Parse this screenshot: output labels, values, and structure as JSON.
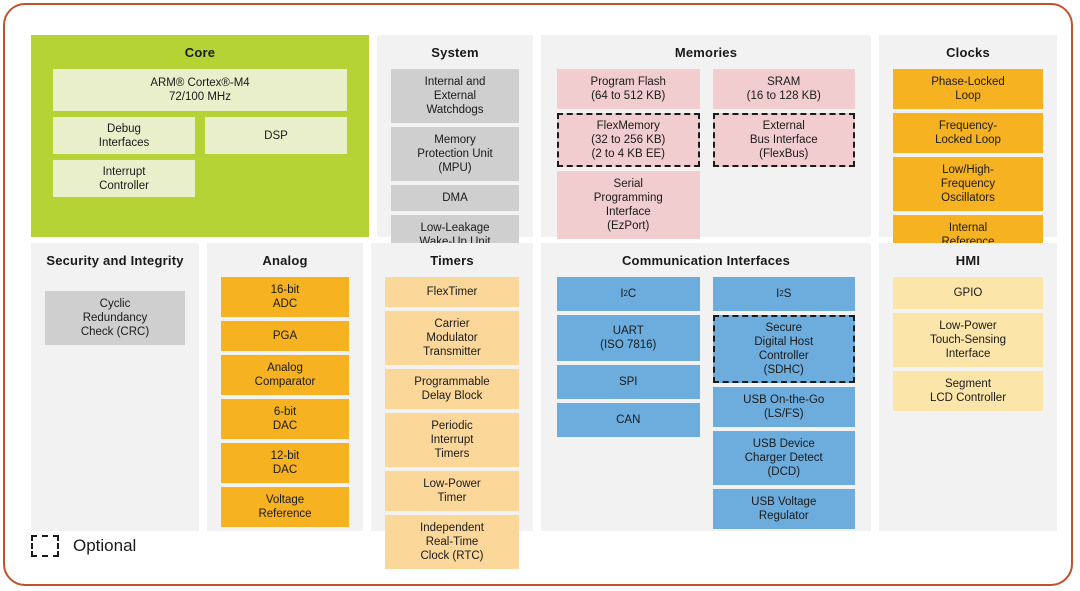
{
  "frame": {
    "border_color": "#c0522c"
  },
  "legend": {
    "label": "Optional",
    "swatch_name": "dashed-rectangle"
  },
  "sections": {
    "core": {
      "title": "Core",
      "panel_color": "#b5d334",
      "block_color": "#e9eecb",
      "blocks": {
        "cpu": "ARM® Cortex®-M4\n72/100 MHz",
        "debug": "Debug\nInterfaces",
        "dsp": "DSP",
        "interrupt": "Interrupt\nController"
      }
    },
    "system": {
      "title": "System",
      "panel_color": "#f2f2f2",
      "block_color": "#cfcfcf",
      "blocks": [
        {
          "label": "Internal and\nExternal\nWatchdogs",
          "optional": false
        },
        {
          "label": "Memory\nProtection Unit\n(MPU)",
          "optional": false
        },
        {
          "label": "DMA",
          "optional": false
        },
        {
          "label": "Low-Leakage\nWake-Up Unit",
          "optional": false
        }
      ]
    },
    "memories": {
      "title": "Memories",
      "panel_color": "#f2f2f2",
      "block_color": "#f2cdd0",
      "left_blocks": [
        {
          "label": "Program Flash\n(64 to 512 KB)",
          "optional": false
        },
        {
          "label": "FlexMemory\n(32 to 256 KB)\n(2 to 4 KB EE)",
          "optional": true
        },
        {
          "label": "Serial\nProgramming\nInterface\n(EzPort)",
          "optional": false
        }
      ],
      "right_blocks": [
        {
          "label": "SRAM\n(16 to 128 KB)",
          "optional": false
        },
        {
          "label": "External\nBus Interface\n(FlexBus)",
          "optional": true
        }
      ]
    },
    "clocks": {
      "title": "Clocks",
      "panel_color": "#f2f2f2",
      "block_color": "#f6b221",
      "blocks": [
        {
          "label": "Phase-Locked\nLoop",
          "optional": false
        },
        {
          "label": "Frequency-\nLocked Loop",
          "optional": false
        },
        {
          "label": "Low/High-\nFrequency\nOscillators",
          "optional": false
        },
        {
          "label": "Internal\nReference\nClocks",
          "optional": false
        }
      ]
    },
    "security": {
      "title": "Security\nand Integrity",
      "panel_color": "#f2f2f2",
      "block_color": "#cfcfcf",
      "blocks": [
        {
          "label": "Cyclic\nRedundancy\nCheck (CRC)",
          "optional": false
        }
      ]
    },
    "analog": {
      "title": "Analog",
      "panel_color": "#f2f2f2",
      "block_color": "#f6b221",
      "blocks": [
        {
          "label": "16-bit\nADC",
          "optional": false
        },
        {
          "label": "PGA",
          "optional": false
        },
        {
          "label": "Analog\nComparator",
          "optional": false
        },
        {
          "label": "6-bit\nDAC",
          "optional": false
        },
        {
          "label": "12-bit\nDAC",
          "optional": false
        },
        {
          "label": "Voltage\nReference",
          "optional": false
        }
      ]
    },
    "timers": {
      "title": "Timers",
      "panel_color": "#f2f2f2",
      "block_color": "#fbd79a",
      "blocks": [
        {
          "label": "FlexTimer",
          "optional": false
        },
        {
          "label": "Carrier\nModulator\nTransmitter",
          "optional": false
        },
        {
          "label": "Programmable\nDelay Block",
          "optional": false
        },
        {
          "label": "Periodic\nInterrupt\nTimers",
          "optional": false
        },
        {
          "label": "Low-Power\nTimer",
          "optional": false
        },
        {
          "label": "Independent\nReal-Time\nClock (RTC)",
          "optional": false
        }
      ]
    },
    "communication": {
      "title": "Communication Interfaces",
      "panel_color": "#f2f2f2",
      "block_color": "#6cadde",
      "left_blocks": [
        {
          "label": "I²C",
          "html": "I<sup>2</sup>C",
          "optional": false
        },
        {
          "label": "UART\n(ISO 7816)",
          "optional": false
        },
        {
          "label": "SPI",
          "optional": false
        },
        {
          "label": "CAN",
          "optional": false
        }
      ],
      "right_blocks": [
        {
          "label": "I²S",
          "html": "I<sup>2</sup>S",
          "optional": false
        },
        {
          "label": "Secure\nDigital Host\nController\n(SDHC)",
          "optional": true
        },
        {
          "label": "USB On-the-Go\n(LS/FS)",
          "optional": false
        },
        {
          "label": "USB Device\nCharger Detect\n(DCD)",
          "optional": false
        },
        {
          "label": "USB Voltage\nRegulator",
          "optional": false
        }
      ]
    },
    "hmi": {
      "title": "HMI",
      "panel_color": "#f2f2f2",
      "block_color": "#fce5a8",
      "blocks": [
        {
          "label": "GPIO",
          "optional": false
        },
        {
          "label": "Low-Power\nTouch-Sensing\nInterface",
          "optional": false
        },
        {
          "label": "Segment\nLCD Controller",
          "optional": false
        }
      ]
    }
  }
}
